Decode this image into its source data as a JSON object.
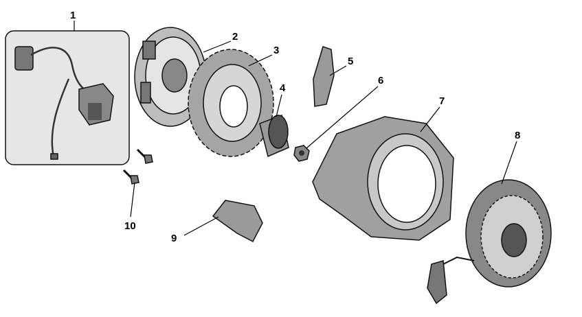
{
  "callouts": [
    {
      "number": "1",
      "part": "ignition-wiring"
    },
    {
      "number": "2",
      "part": "flywheel-cup"
    },
    {
      "number": "3",
      "part": "flywheel-fan"
    },
    {
      "number": "4",
      "part": "starter-pulley"
    },
    {
      "number": "5",
      "part": "shroud-plate"
    },
    {
      "number": "6",
      "part": "flywheel-nut"
    },
    {
      "number": "7",
      "part": "fan-cover"
    },
    {
      "number": "8",
      "part": "recoil-starter"
    },
    {
      "number": "9",
      "part": "bracket"
    },
    {
      "number": "10",
      "part": "bolts"
    }
  ],
  "colors": {
    "part_fill": "#9a9a9a",
    "part_light": "#d0d0d0",
    "inset_bg": "#e6e6e6"
  }
}
